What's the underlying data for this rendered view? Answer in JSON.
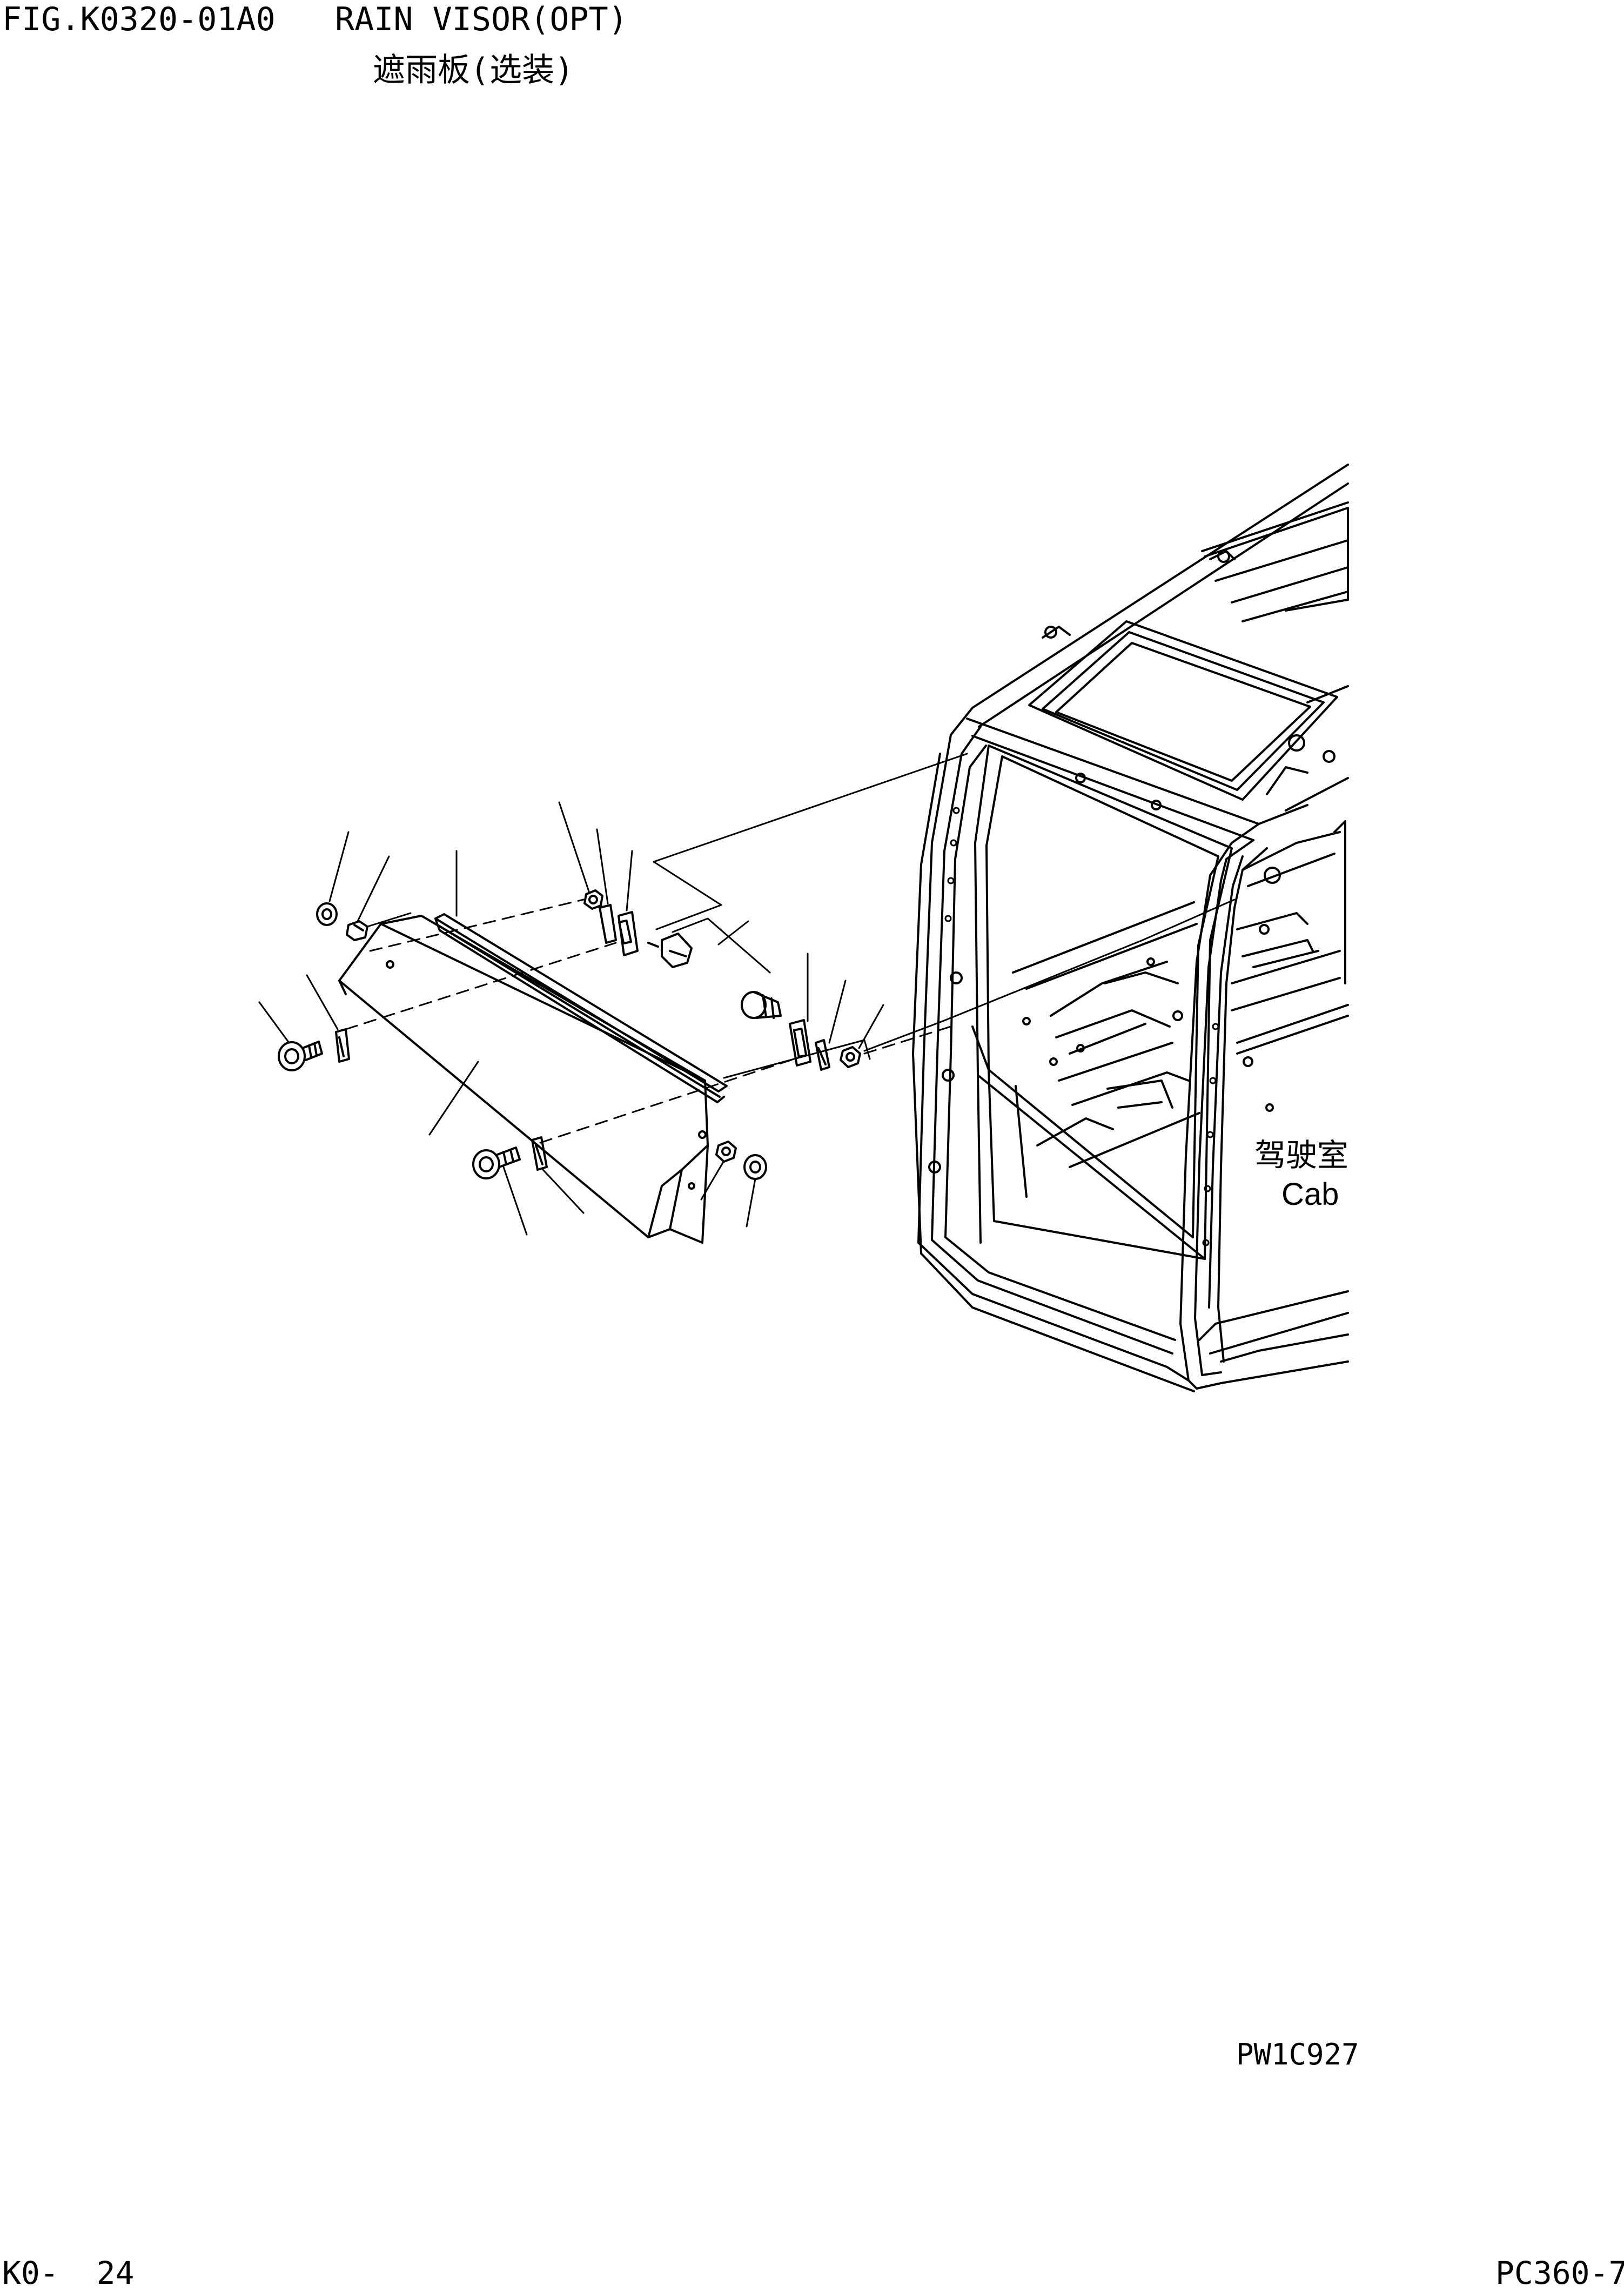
{
  "header": {
    "figure_code": "FIG.K0320-01A0",
    "title_en": "RAIN VISOR(OPT)",
    "title_cn": "遮雨板(选装)"
  },
  "labels": {
    "cab_cn": "驾驶室",
    "cab_en": "Cab"
  },
  "drawing_number": "PW1C927",
  "footer": {
    "page": "K0-  24",
    "model": "PC360-7"
  }
}
